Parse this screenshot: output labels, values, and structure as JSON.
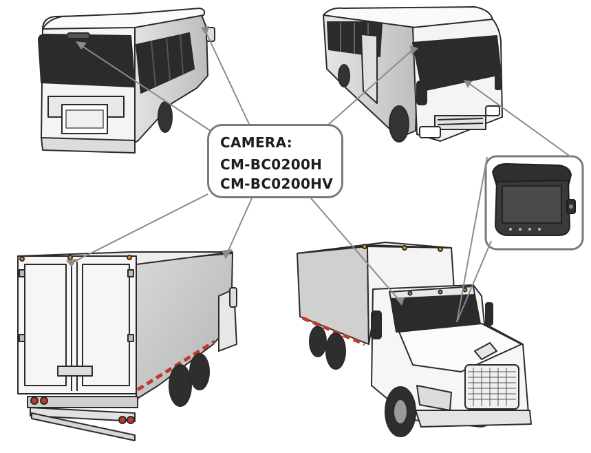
{
  "callout": {
    "heading": "CAMERA:",
    "models": [
      "CM-BC0200H",
      "CM-BC0200HV"
    ]
  },
  "illustrations": [
    {
      "id": "bus-rear",
      "icon": "bus-rear-icon"
    },
    {
      "id": "bus-front",
      "icon": "bus-front-icon"
    },
    {
      "id": "box-truck-rear",
      "icon": "box-truck-rear-icon"
    },
    {
      "id": "box-truck-front",
      "icon": "box-truck-front-icon"
    },
    {
      "id": "monitor-inset",
      "icon": "monitor-icon"
    }
  ],
  "colors": {
    "leader_line": "#8a8a8a",
    "outline": "#2a2a2a",
    "body_light": "#f2f2f2",
    "body_shade": "#d0d0d0",
    "glass": "#2b2b2b",
    "reflector": "#c0392b",
    "amber": "#e08a2a"
  }
}
